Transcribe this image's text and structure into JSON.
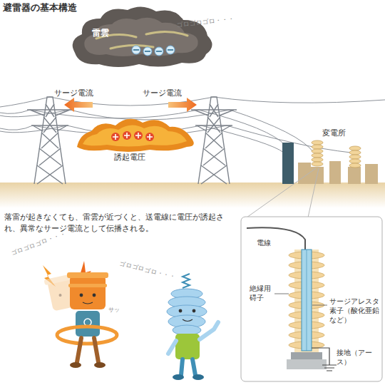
{
  "diagram": {
    "title": "避雷器の基本構造",
    "nodes": [
      {
        "text": [
          "雷雲"
        ]
      }
    ],
    "labels": [
      "ゴロゴロゴロ・・・",
      "サージ電流",
      "サージ電流",
      "誘起電圧",
      "変電所",
      "落雷が起きなくても、雷雲が近づくと、送電線に電圧が誘起され、異常なサージ電流として伝播される。",
      "ゴロゴロゴロ・・・",
      "ゴロゴロゴロ・・・",
      "サッ",
      "電線",
      "絶縁用碍子",
      "サージアレスタ素子（酸化亜鉛など）",
      "接地（アース）"
    ]
  }
}
